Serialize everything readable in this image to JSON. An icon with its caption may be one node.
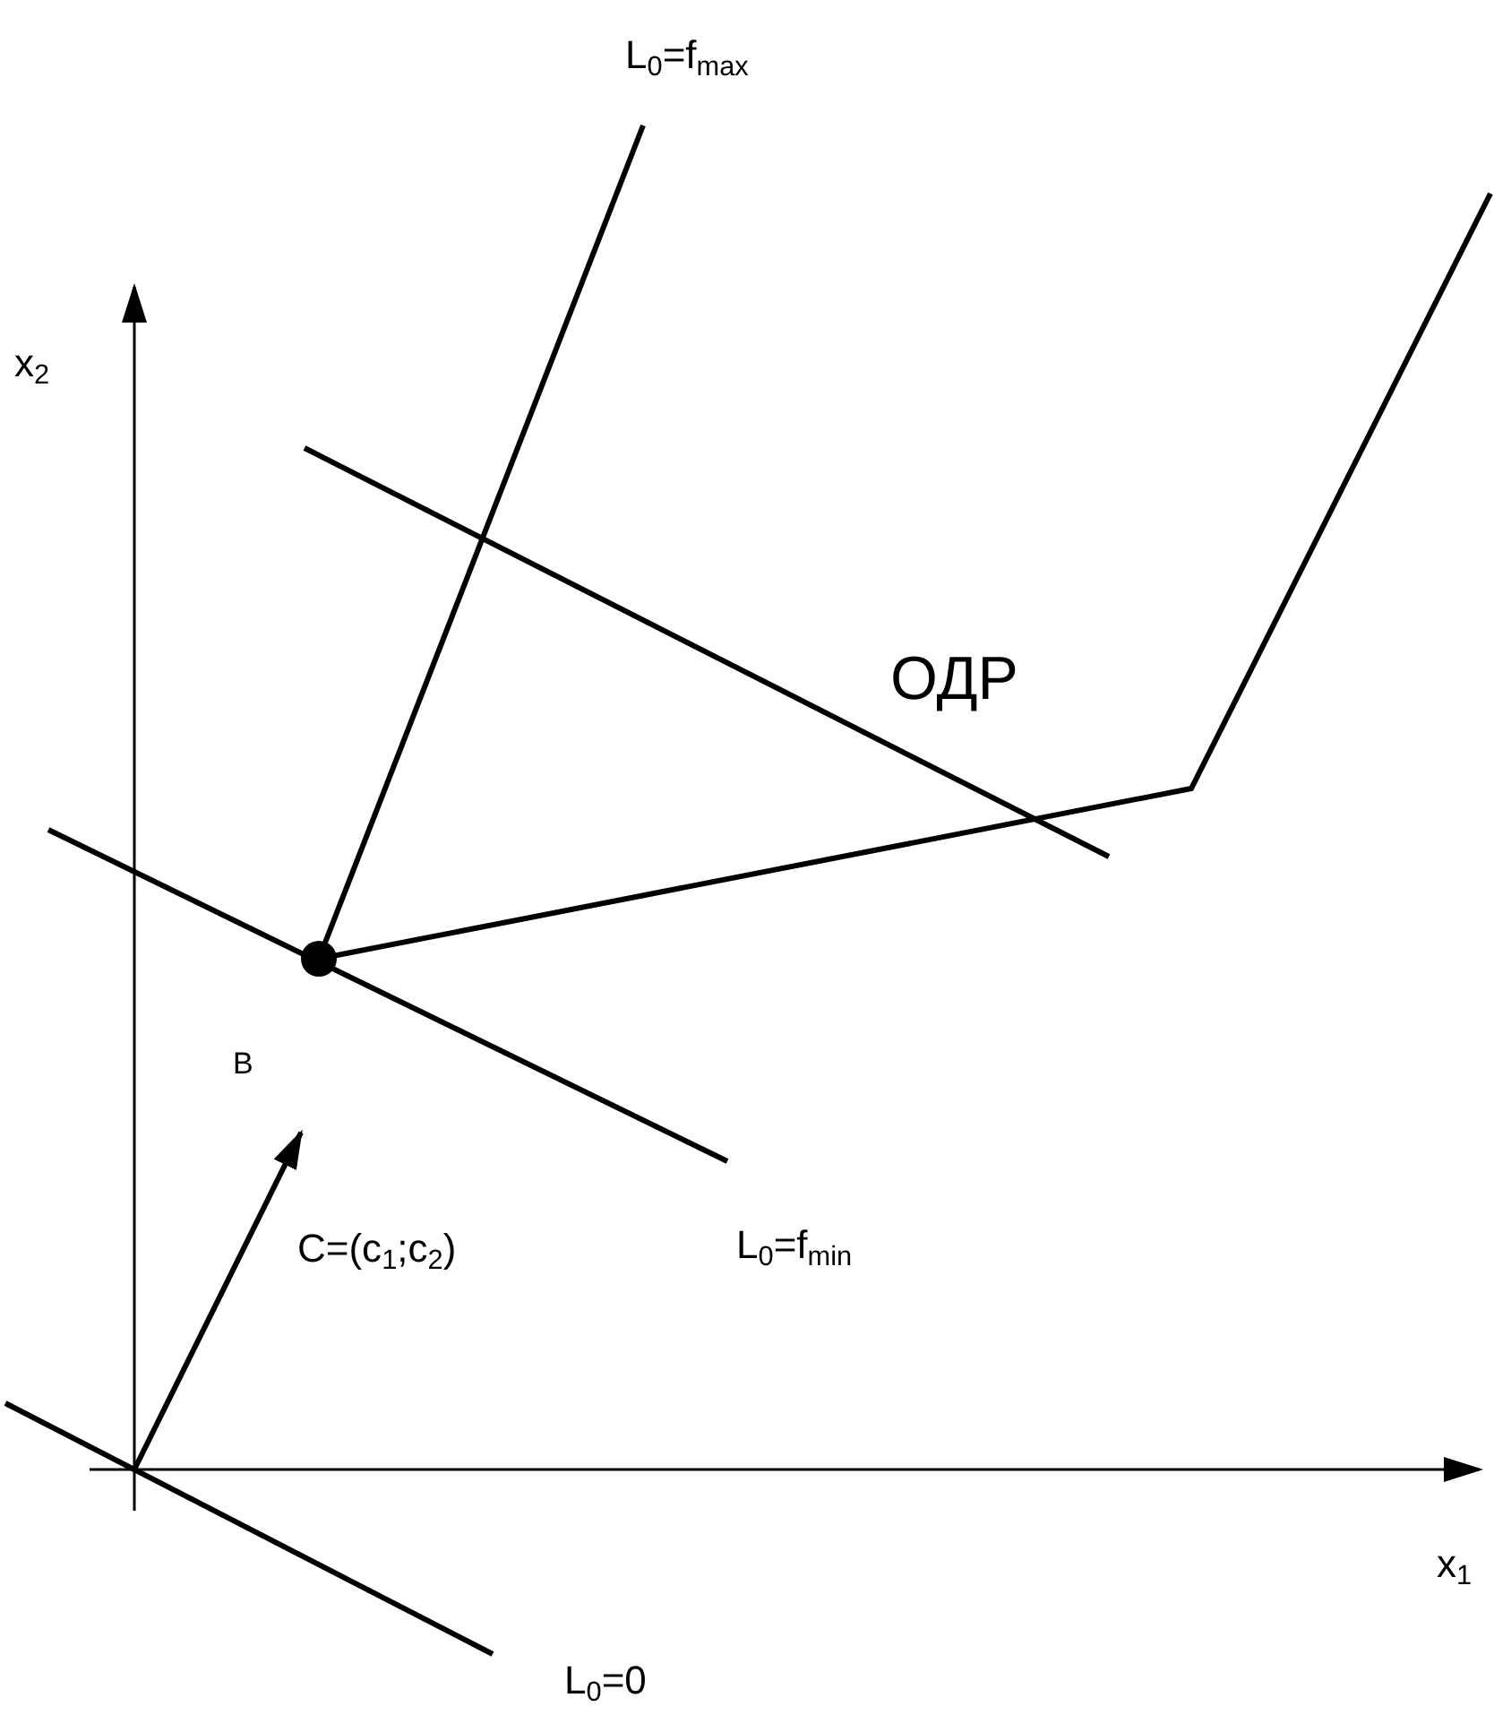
{
  "diagram": {
    "labels": [
      "L$_{0}$=f$_{max}$",
      "x$_{2}$",
      "ОДР",
      "В",
      "C=(c$_{1}$;c$_{2}$)",
      "L$_{0}$=f$_{min}$",
      "x$_{1}$",
      "L$_{0}$=0"
    ]
  }
}
